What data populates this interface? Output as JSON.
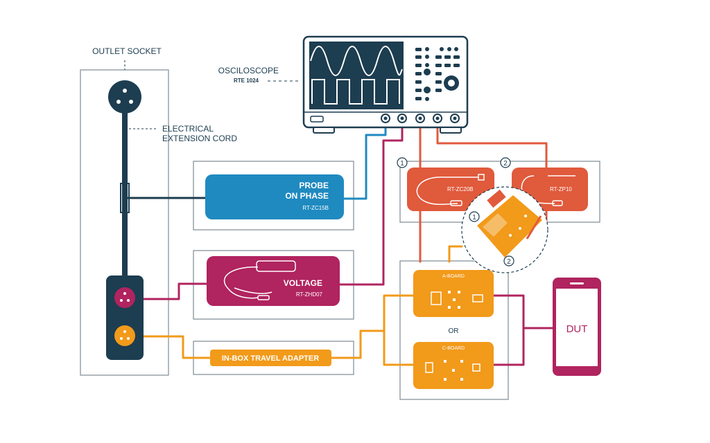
{
  "colors": {
    "navy": "#1d3d50",
    "blue": "#1f8ac0",
    "magenta": "#b0245f",
    "red": "#e05a3c",
    "orange": "#f29a1a",
    "screen": "#1d3d50",
    "outline": "#7d8a92"
  },
  "labels": {
    "outlet_socket": "OUTLET SOCKET",
    "extension_cord_line1": "ELECTRICAL",
    "extension_cord_line2": "EXTENSION CORD",
    "oscilloscope": "OSCILOSCOPE",
    "oscilloscope_model": "RTE 1024"
  },
  "probe_phase": {
    "line1": "PROBE",
    "line2": "ON PHASE",
    "model": "RT-ZC15B"
  },
  "voltage": {
    "label": "VOLTAGE",
    "model": "RT-ZHD07"
  },
  "adapter": {
    "label": "IN-BOX TRAVEL ADAPTER"
  },
  "probe_zc20b": {
    "number": "1",
    "model": "RT-ZC20B"
  },
  "probe_zp10": {
    "number": "2",
    "model": "RT-ZP10"
  },
  "zoom_markers": {
    "one": "1",
    "two": "2"
  },
  "a_board": {
    "label": "A-BOARD"
  },
  "c_board": {
    "label": "C-BOARD"
  },
  "or_label": "OR",
  "dut": {
    "label": "DUT"
  }
}
